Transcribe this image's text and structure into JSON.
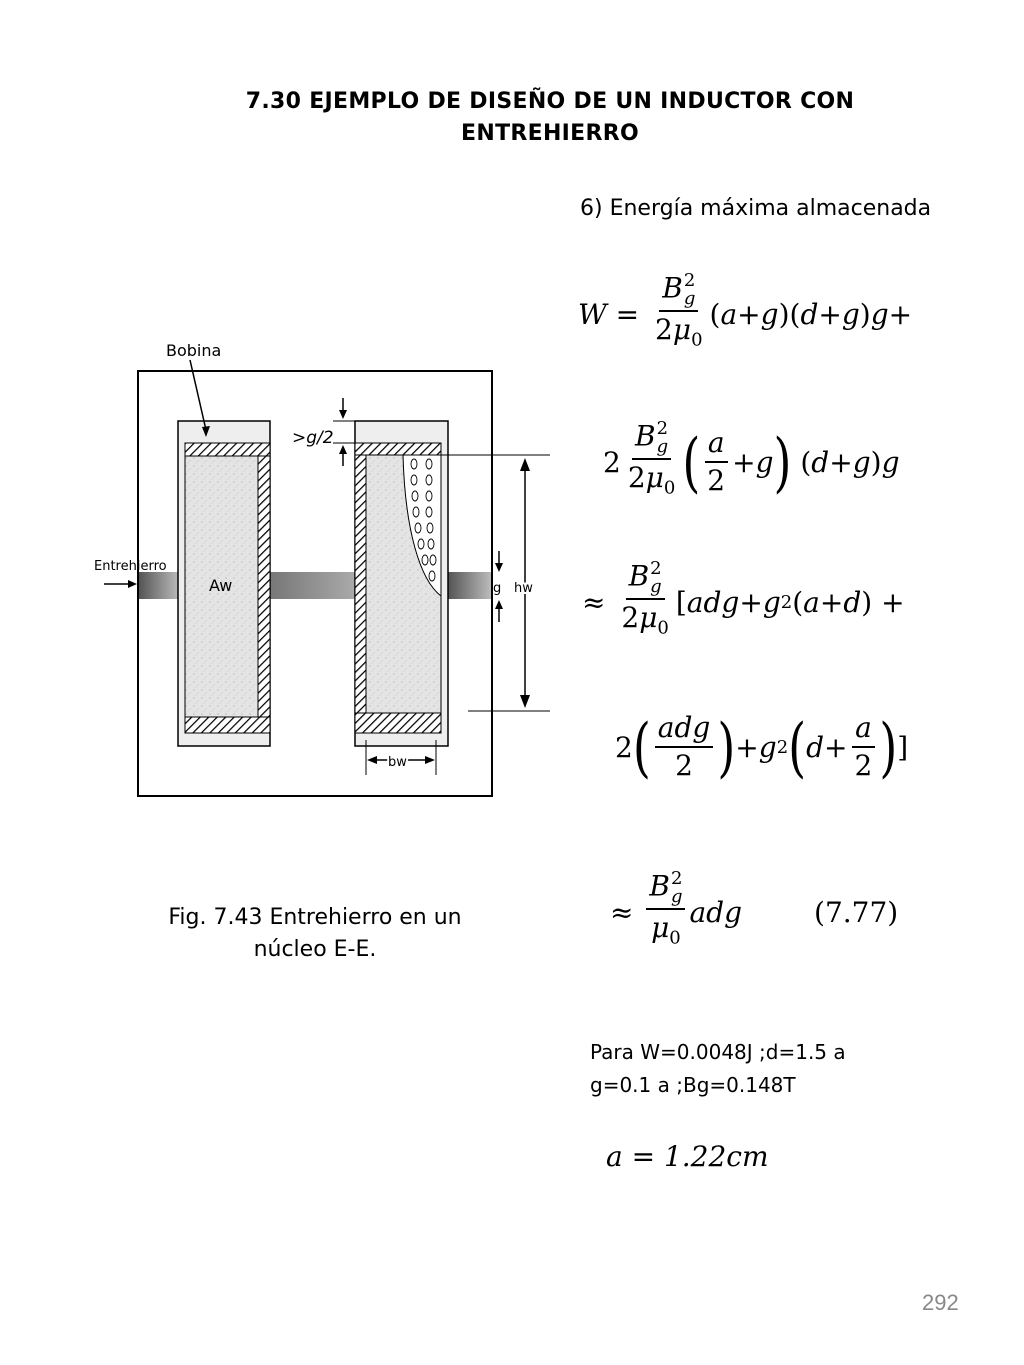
{
  "title": {
    "line1": "7.30 EJEMPLO  DE  DISEÑO  DE  UN  INDUCTOR  CON",
    "line2": "ENTREHIERRO"
  },
  "step_heading": "6) Energía máxima almacenada",
  "figure": {
    "label_bobina": "Bobina",
    "label_entrehierro": "Entrehierro",
    "label_aw": "Aw",
    "label_g_half": ">g/2",
    "label_g": "g",
    "label_hw": "hw",
    "label_bw": "bw"
  },
  "caption": {
    "line1": "Fig.  7.43  Entrehierro en un",
    "line2": "núcleo E-E."
  },
  "equations": {
    "eq_number": "(7.77)"
  },
  "parameters": {
    "line1": "Para  W=0.0048J ;d=1.5 a",
    "line2": "g=0.1 a ;Bg=0.148T"
  },
  "result": "a = 1.22cm",
  "page_number": "292"
}
